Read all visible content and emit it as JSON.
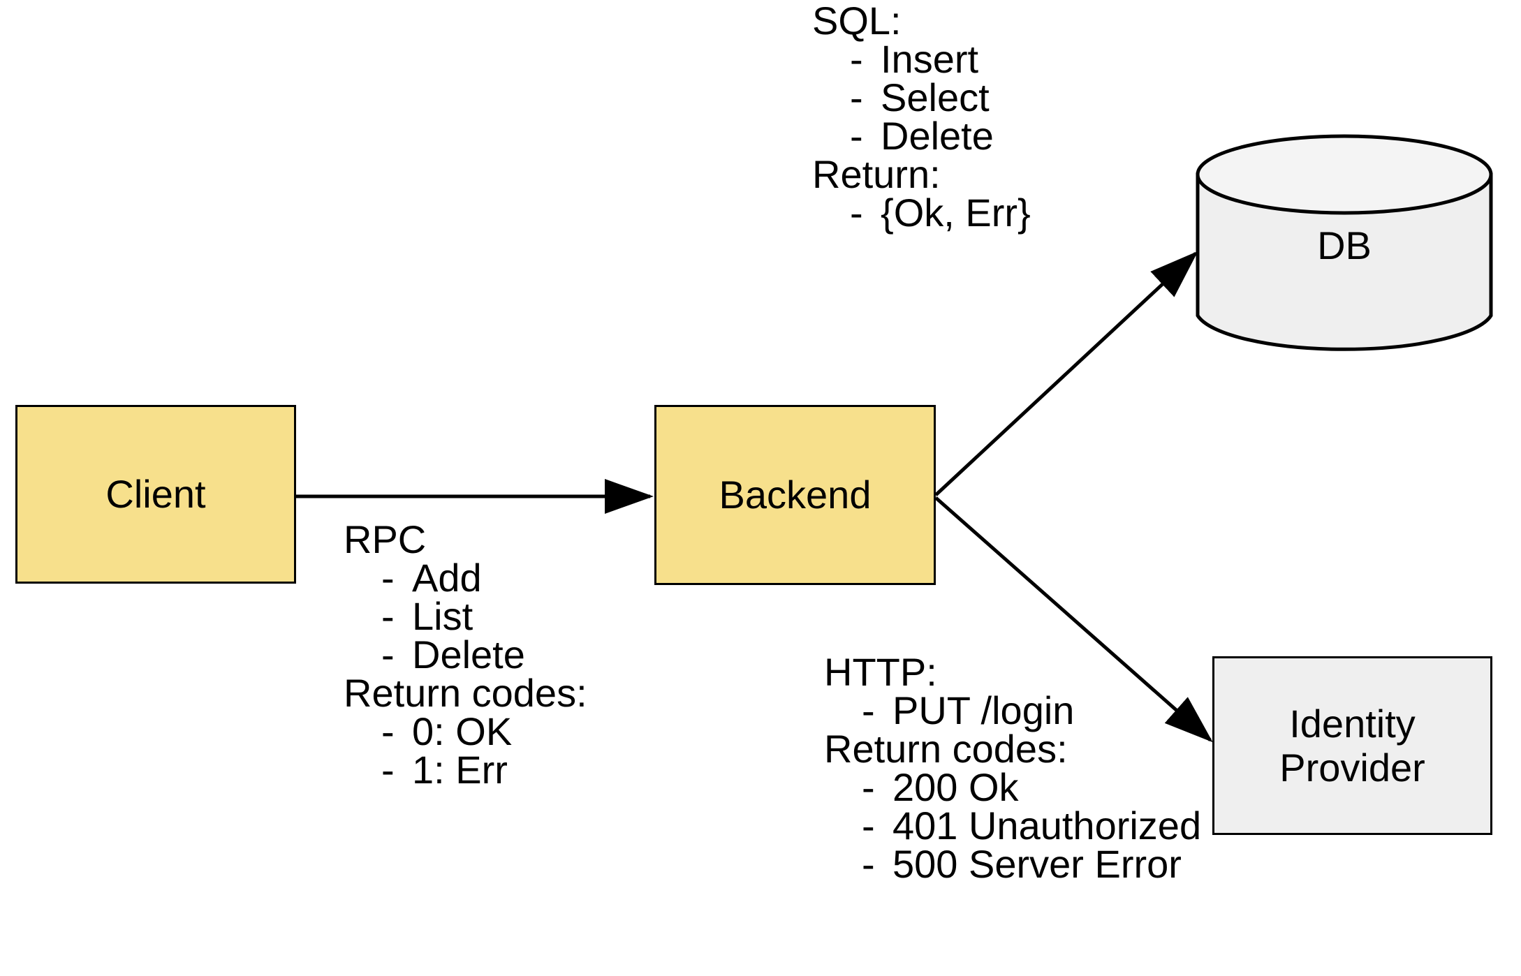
{
  "diagram": {
    "title": "Client / Backend / DB / Identity Provider architecture",
    "colors": {
      "service_fill": "#F7E08C",
      "store_fill": "#EFEFEF",
      "stroke": "#000000",
      "background": "#FFFFFF"
    },
    "nodes": [
      {
        "id": "client",
        "label": "Client",
        "shape": "rectangle",
        "fill": "#F7E08C"
      },
      {
        "id": "backend",
        "label": "Backend",
        "shape": "rectangle",
        "fill": "#F7E08C"
      },
      {
        "id": "db",
        "label": "DB",
        "shape": "cylinder",
        "fill": "#EFEFEF"
      },
      {
        "id": "idp",
        "label": "Identity\nProvider",
        "label_line1": "Identity",
        "label_line2": "Provider",
        "shape": "rectangle",
        "fill": "#EFEFEF"
      }
    ],
    "edges": [
      {
        "id": "client-to-backend",
        "from": "client",
        "to": "backend",
        "arrow": "single",
        "annotation": "rpc"
      },
      {
        "id": "backend-to-db",
        "from": "backend",
        "to": "db",
        "arrow": "single",
        "annotation": "sql"
      },
      {
        "id": "backend-to-idp",
        "from": "backend",
        "to": "idp",
        "arrow": "single",
        "annotation": "http"
      }
    ],
    "annotations": {
      "rpc": {
        "heading": "RPC",
        "items": [
          "Add",
          "List",
          "Delete"
        ],
        "returns_heading": "Return codes:",
        "returns": [
          "0: OK",
          "1: Err"
        ],
        "bullet": "-"
      },
      "sql": {
        "heading": "SQL:",
        "items": [
          "Insert",
          "Select",
          "Delete"
        ],
        "returns_heading": "Return:",
        "returns": [
          "{Ok, Err}"
        ],
        "bullet": "-"
      },
      "http": {
        "heading": "HTTP:",
        "items": [
          "PUT /login"
        ],
        "returns_heading": "Return codes:",
        "returns": [
          "200 Ok",
          "401 Unauthorized",
          "500 Server Error"
        ],
        "bullet": "-"
      }
    }
  }
}
